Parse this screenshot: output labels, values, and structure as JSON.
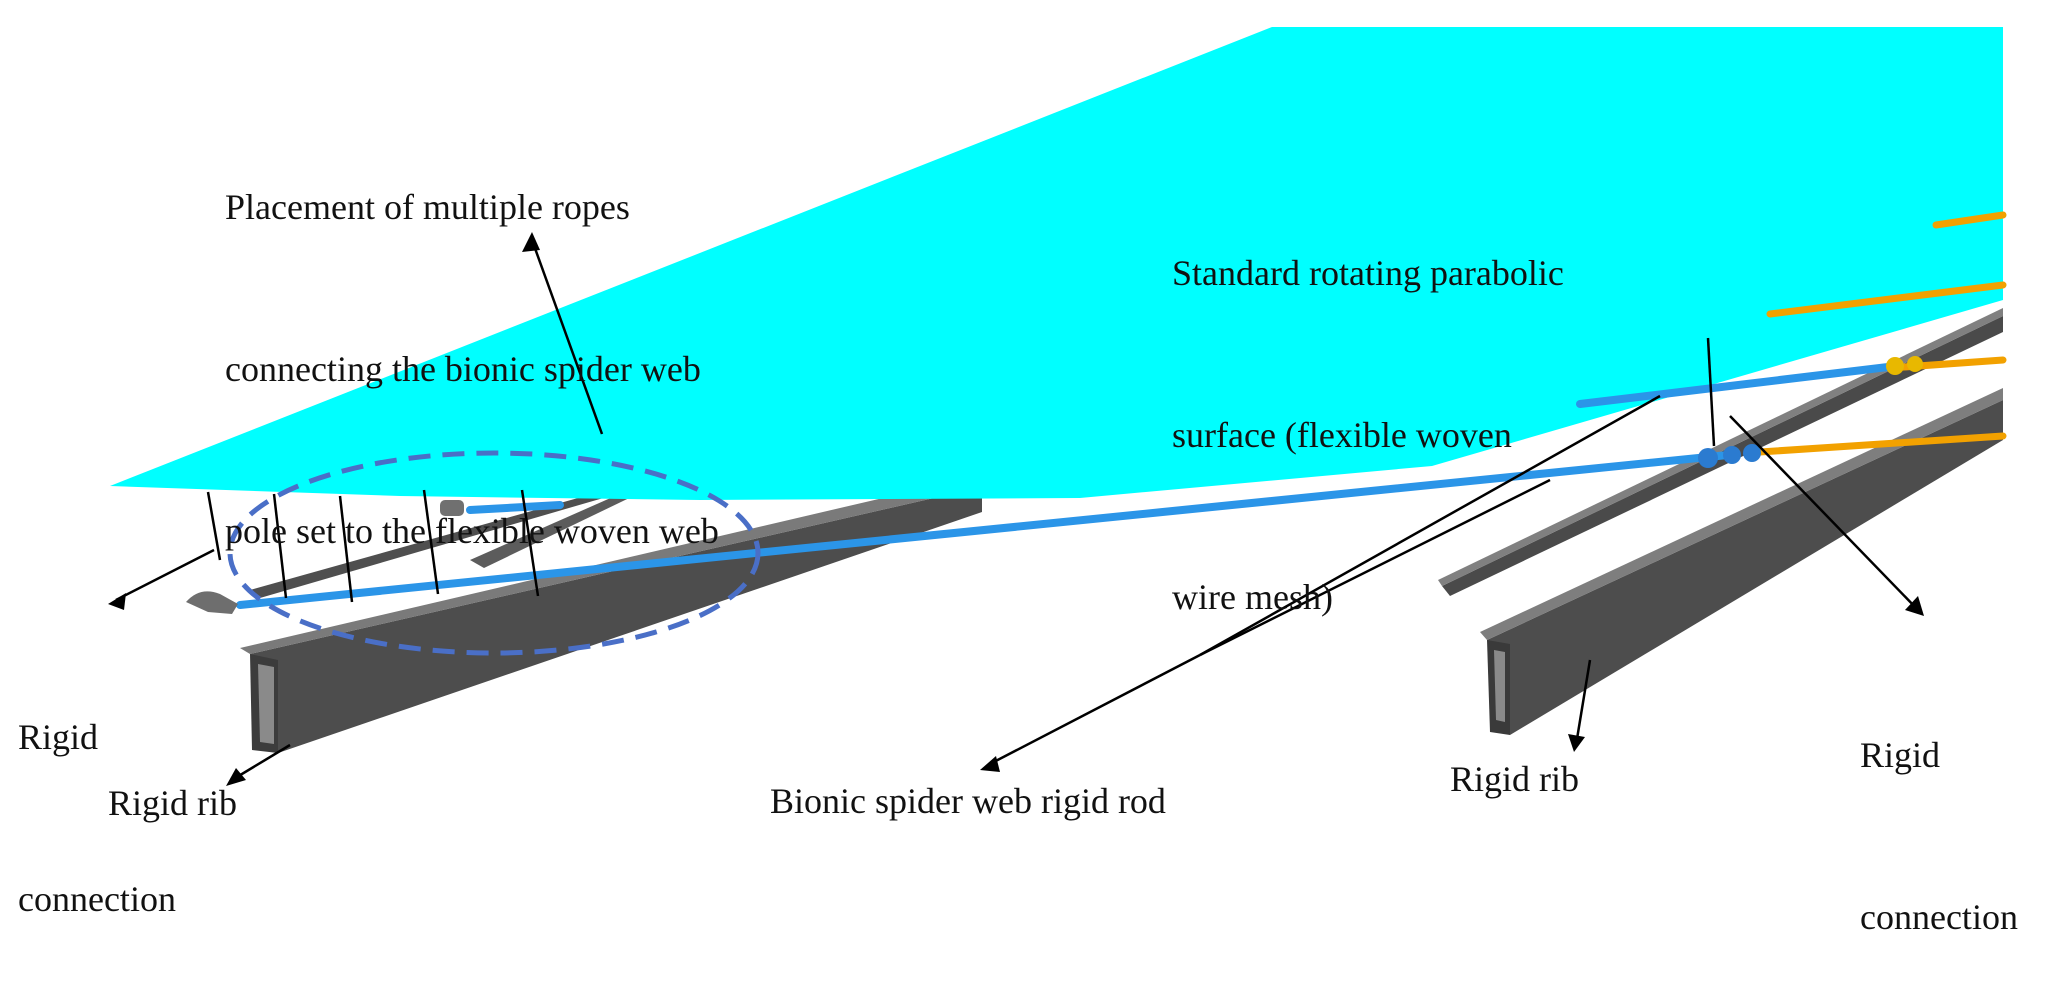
{
  "colors": {
    "surface": "#00ffff",
    "blue_rod": "#2b95e8",
    "orange_rod": "#f2a100",
    "rib": "#5a5a5a",
    "ellipse": "#4a6fc7",
    "text": "#111111"
  },
  "labels": {
    "ropes_callout": [
      "Placement of multiple ropes",
      "connecting the bionic spider web",
      "pole set to the flexible woven web"
    ],
    "surface_callout": [
      "Standard rotating parabolic",
      "surface (flexible woven",
      "wire mesh)"
    ],
    "rigid_connection_left": [
      "Rigid",
      "connection"
    ],
    "rigid_connection_right": [
      "Rigid",
      "connection"
    ],
    "rigid_rib_left": "Rigid rib",
    "rigid_rib_right": "Rigid rib",
    "rigid_rod": "Bionic spider web rigid rod"
  }
}
